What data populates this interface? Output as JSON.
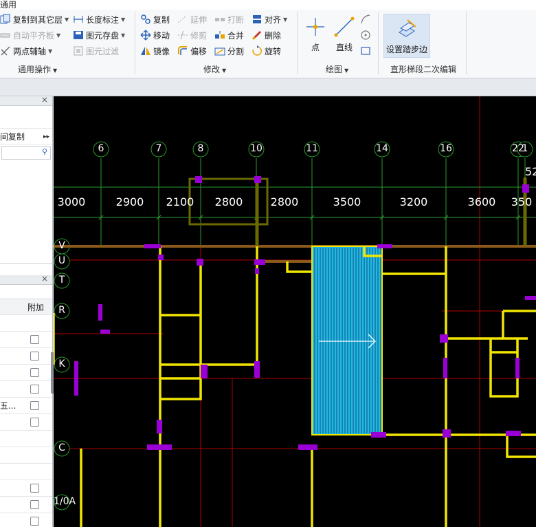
{
  "topbar": {
    "title": "通用"
  },
  "ribbon": {
    "common_ops": {
      "label": "通用操作",
      "copy_to_floors": "复制到其它层",
      "auto_flat": "自动平齐板",
      "two_point_axis": "两点辅轴",
      "length_mark": "长度标注",
      "save_element": "图元存盘",
      "filter_element": "图元过滤"
    },
    "modify": {
      "label": "修改",
      "copy": "复制",
      "move": "移动",
      "mirror": "镜像",
      "extend": "延伸",
      "trim": "修剪",
      "offset": "偏移",
      "break": "打断",
      "merge": "合并",
      "split": "分割",
      "align": "对齐",
      "delete": "删除",
      "rotate": "旋转"
    },
    "draw": {
      "label": "绘图",
      "point": "点",
      "line": "直线"
    },
    "stair_edit": {
      "label": "直形梯段二次编辑",
      "set_step_edge": "设置踏步边"
    }
  },
  "left_panel": {
    "upper_row_text": "间复制",
    "column_header": "附加",
    "truncated_cell": "五...",
    "checkbox_rows": 9
  },
  "canvas": {
    "axis_labels_top": [
      "6",
      "7",
      "8",
      "10",
      "11",
      "14",
      "16",
      "22",
      "1"
    ],
    "axis_labels_left": [
      "V",
      "U",
      "T",
      "R",
      "K",
      "C",
      "1/0A"
    ],
    "dimensions": [
      "3000",
      "2900",
      "2100",
      "2800",
      "2800",
      "3500",
      "3200",
      "3600",
      "350"
    ],
    "top_right_value": "52",
    "colors": {
      "background": "#000000",
      "wall_yellow": "#f2e600",
      "column_purple": "#9a00d6",
      "stair_cyan": "#22b8e6",
      "grid_green": "#2b9b2b",
      "grid_red": "#c00000"
    }
  }
}
